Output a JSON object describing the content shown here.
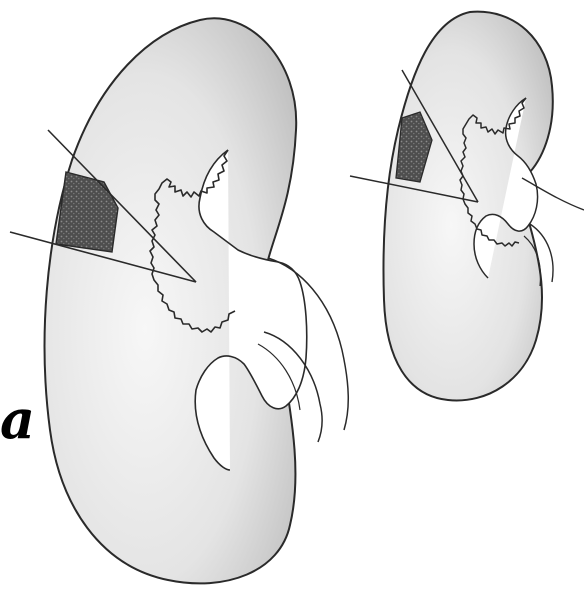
{
  "figure": {
    "left_margin_glyph": "a",
    "colors": {
      "cortex_fill": "#dedede",
      "cortex_light": "#f4f4f4",
      "outline": "#2a2a2a",
      "wedge_fill": "#555555",
      "background": "#ffffff"
    },
    "panels": [
      {
        "name": "large-kidney-wedge-section",
        "structures": [
          "renal-cortex",
          "renal-sinus",
          "renal-pelvis",
          "ureter",
          "wedge-cut-lines",
          "shaded-wedge"
        ]
      },
      {
        "name": "small-kidney-wedge-section",
        "structures": [
          "renal-cortex",
          "renal-sinus",
          "renal-pelvis",
          "ureter",
          "wedge-cut-lines",
          "shaded-wedge"
        ]
      }
    ]
  }
}
